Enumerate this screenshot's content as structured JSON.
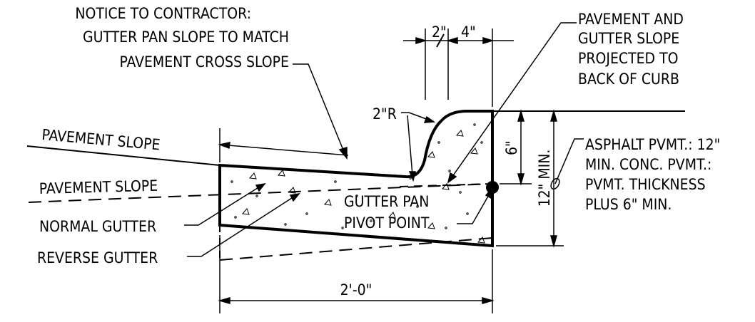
{
  "notice": {
    "line1": "NOTICE TO CONTRACTOR:",
    "line2": "GUTTER PAN SLOPE TO MATCH",
    "line3": "PAVEMENT CROSS SLOPE"
  },
  "projected_note": {
    "line1": "PAVEMENT AND",
    "line2": "GUTTER SLOPE",
    "line3": "PROJECTED TO",
    "line4": "BACK OF CURB"
  },
  "thickness_note": {
    "line1": "ASPHALT PVMT.: 12\"",
    "line2": "MIN. CONC. PVMT.:",
    "line3": "PVMT. THICKNESS",
    "line4": "PLUS 6\" MIN."
  },
  "labels": {
    "pavement_slope_top": "PAVEMENT SLOPE",
    "pavement_slope_bottom": "PAVEMENT SLOPE",
    "normal_gutter": "NORMAL GUTTER",
    "reverse_gutter": "REVERSE GUTTER",
    "pivot_line1": "GUTTER PAN",
    "pivot_line2": "PIVOT POINT",
    "radius": "2\"R"
  },
  "dimensions": {
    "top_left": "2\"",
    "top_right": "4\"",
    "curb_height": "6\"",
    "depth": "12\" MIN.",
    "width": "2'-0\""
  },
  "colors": {
    "ink": "#000000",
    "background": "#ffffff"
  }
}
